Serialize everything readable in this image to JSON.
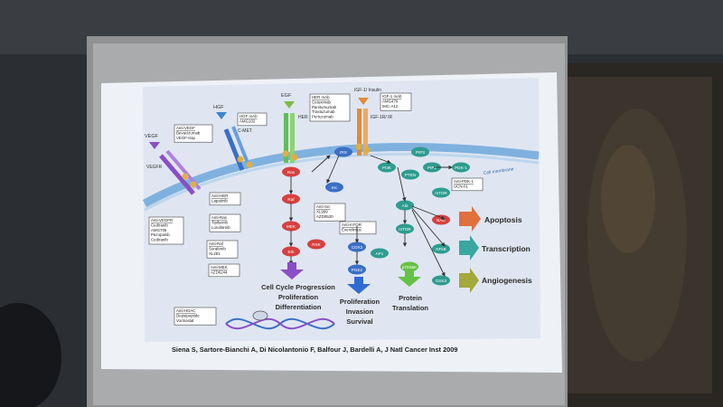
{
  "slide": {
    "ligands": {
      "vegf": "VEGF",
      "hgf": "HGF",
      "egf": "EGF",
      "igf": "IGF-1/ Insulin"
    },
    "receptors": {
      "vegfr": "VEGFR",
      "cmet": "C-MET",
      "her": "HER",
      "igf1r": "IGF-1R/ IR"
    },
    "membrane_label": "Cell membrane",
    "inhibitor_boxes": {
      "anti_vegf": [
        "Anti-VEGF",
        "Bevacizumab",
        "VEGF-trap"
      ],
      "hgf_mab": [
        "HGF mAb",
        "AMG102"
      ],
      "her_mab": [
        "HER mAb",
        "Cetuximab",
        "Panitumumab",
        "Trastuzumab",
        "Pertuzumab"
      ],
      "igf_mab": [
        "IGF-1 mAb",
        "AMG479",
        "IMC-A12"
      ],
      "anti_her": [
        "Anti-HER",
        "Lapatinib"
      ],
      "anti_ras": [
        "Anti-Ras",
        "Tipifarnib",
        "Lonafarnib"
      ],
      "anti_raf": [
        "Anti-Raf",
        "Sorafenib",
        "XL281"
      ],
      "anti_mek": [
        "Anti-MEK",
        "AZD6244"
      ],
      "anti_vegfr": [
        "Anti-VEGFR",
        "Cediranib",
        "AMG706",
        "Pazopanib",
        "Cediranib"
      ],
      "anti_src": [
        "Anti-Src",
        "XL999",
        "AZD0530"
      ],
      "anti_mtor": [
        "Anti-mTOR",
        "Everolimus"
      ],
      "anti_pdk1": [
        "Anti-PDK-1",
        "UCN-01"
      ],
      "anti_hdac": [
        "Anti-HDAC",
        "Depsipeptide",
        "Vorinostat"
      ]
    },
    "nodes": {
      "ras": "Ras",
      "raf": "Raf",
      "mek": "MEK",
      "erk": "Erk",
      "src": "Src",
      "irs": "IRS",
      "pip3": "PIP3",
      "pi3k": "PI3K",
      "pten": "PTEN",
      "pip2": "PIP2",
      "pdk1": "PDK-1",
      "akt": "Akt",
      "mtor1": "mTOR",
      "mtor2": "mTOR",
      "cox2": "COX2",
      "pge2": "PGE2",
      "nfkb": "NFkB",
      "p70s6k": "p70S6K",
      "bad": "BAD",
      "gsk3": "GSK3",
      "ap1": "AP1",
      "rsk": "RSK"
    },
    "outcomes": {
      "apoptosis": "Apoptosis",
      "transcription": "Transcription",
      "angiogenesis": "Angiogenesis",
      "cell_cycle": [
        "Cell Cycle Progression",
        "Proliferation",
        "Differentiation"
      ],
      "proliferation": [
        "Proliferation",
        "Invasion",
        "Survival"
      ],
      "protein": [
        "Protein",
        "Translation"
      ]
    },
    "citation": "Siena S, Sartore-Bianchi A, Di Nicolantonio F, Balfour J, Bardelli A, J Natl Cancer Inst 2009"
  },
  "colors": {
    "slide_bg": "#eef1f6",
    "diagram_bg": "#dfe6f2",
    "membrane": "#7fb1df",
    "arrow_orange": "#e0703c",
    "arrow_teal": "#3aa6a0",
    "arrow_olive": "#a5a83a",
    "arrow_purple": "#8a4ec6",
    "arrow_blue": "#2f6ad0",
    "arrow_green": "#64c244",
    "node_red": "#d6403e",
    "node_teal": "#2e9c8e",
    "node_purple": "#7a3fc0"
  }
}
